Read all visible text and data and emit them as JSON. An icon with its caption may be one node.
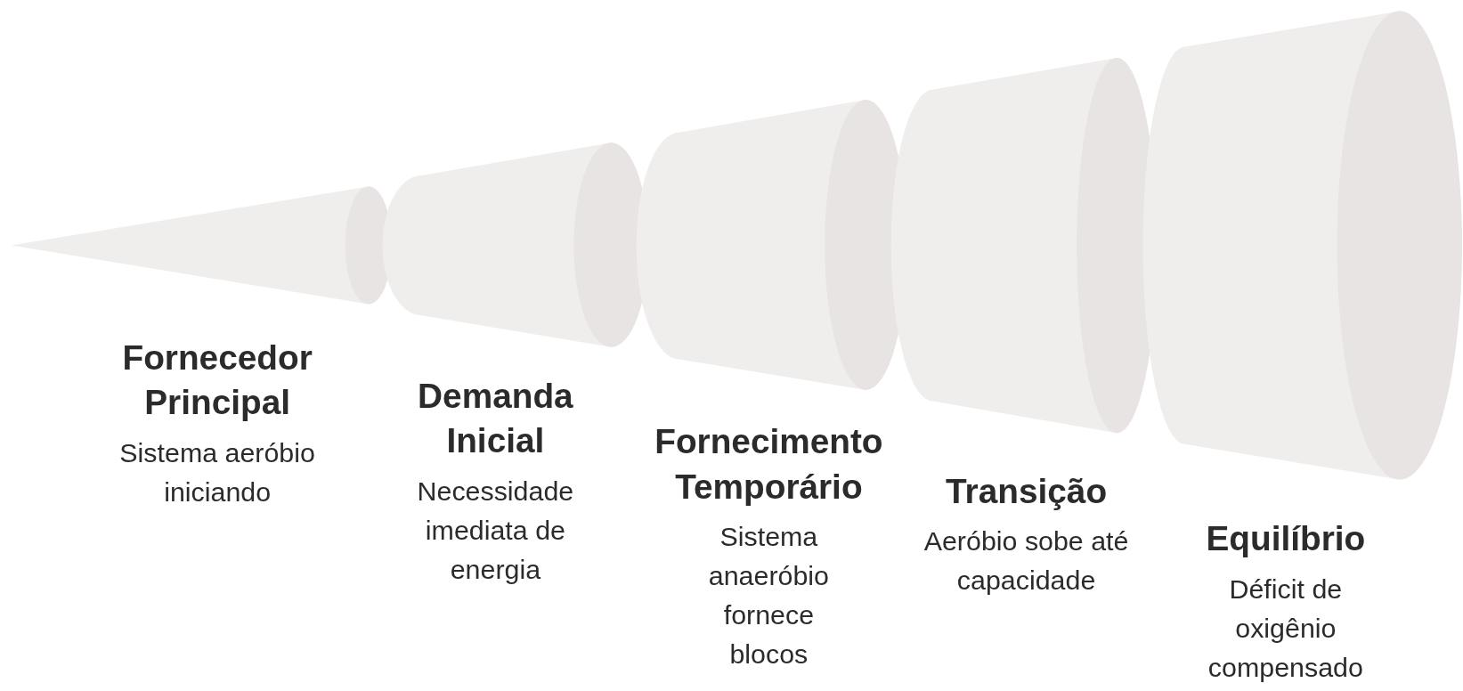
{
  "diagram": {
    "nodes": [
      {
        "text": [
          "Fornecedor Principal",
          "Sistema aeróbio iniciando"
        ]
      },
      {
        "text": [
          "Demanda Inicial",
          "Necessidade imediata de energia"
        ]
      },
      {
        "text": [
          "Fornecimento Temporário",
          "Sistema anaeróbio fornece blocos"
        ]
      },
      {
        "text": [
          "Transição",
          "Aeróbio sobe até capacidade"
        ]
      },
      {
        "text": [
          "Equilíbrio",
          "Déficit de oxigênio compensado"
        ]
      }
    ],
    "edges": []
  }
}
